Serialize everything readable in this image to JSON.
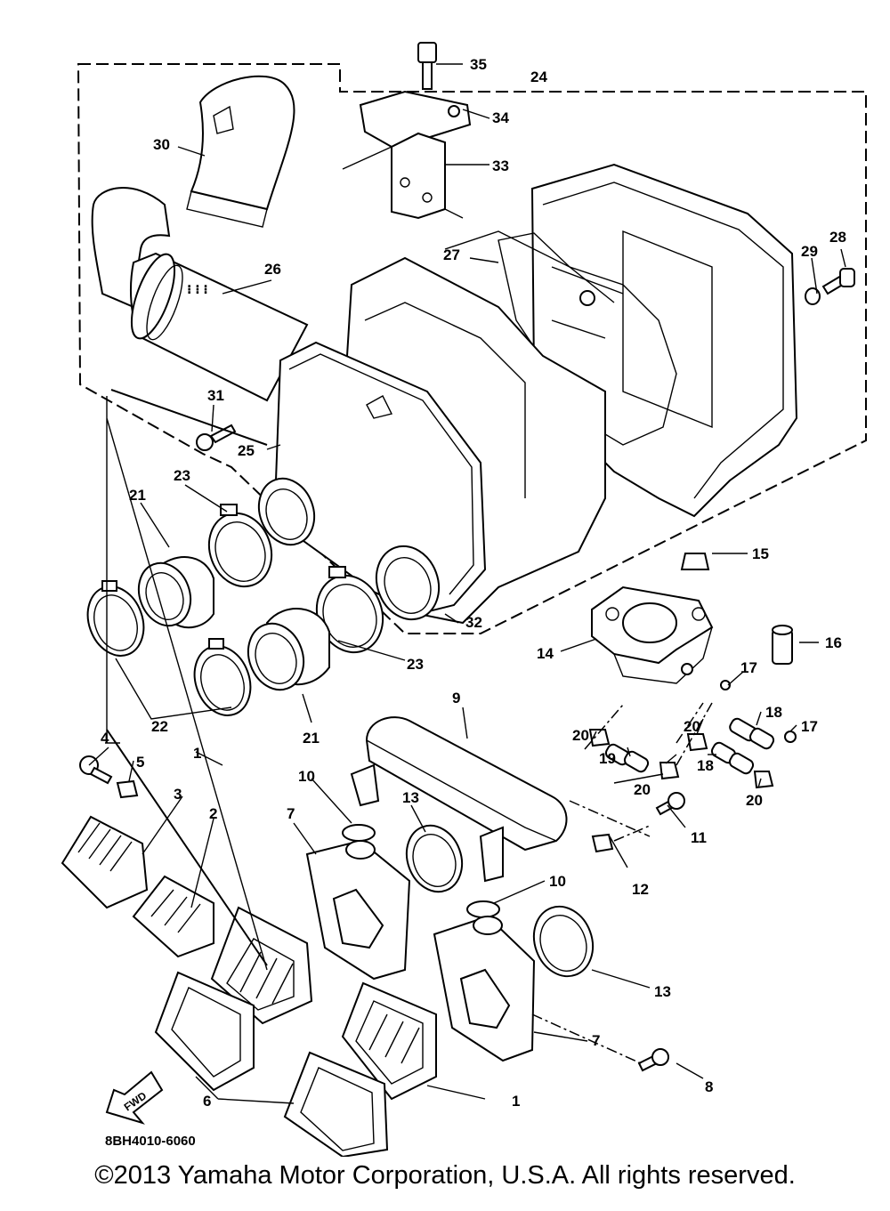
{
  "diagram": {
    "catalog_code": "8BH4010-6060",
    "fwd_label": "FWD",
    "copyright": "©2013 Yamaha Motor Corporation, U.S.A. All rights reserved.",
    "callouts": {
      "c1a": "1",
      "c1b": "1",
      "c2": "2",
      "c3": "3",
      "c4": "4",
      "c5": "5",
      "c6": "6",
      "c7a": "7",
      "c7b": "7",
      "c8": "8",
      "c9": "9",
      "c10a": "10",
      "c10b": "10",
      "c11": "11",
      "c12": "12",
      "c13a": "13",
      "c13b": "13",
      "c14": "14",
      "c15": "15",
      "c16": "16",
      "c17a": "17",
      "c17b": "17",
      "c18a": "18",
      "c18b": "18",
      "c19": "19",
      "c20a": "20",
      "c20b": "20",
      "c20c": "20",
      "c20d": "20",
      "c21a": "21",
      "c21b": "21",
      "c22": "22",
      "c23a": "23",
      "c23b": "23",
      "c24": "24",
      "c25": "25",
      "c26": "26",
      "c27": "27",
      "c28": "28",
      "c29": "29",
      "c30": "30",
      "c31": "31",
      "c32": "32",
      "c33": "33",
      "c34": "34",
      "c35": "35"
    }
  }
}
